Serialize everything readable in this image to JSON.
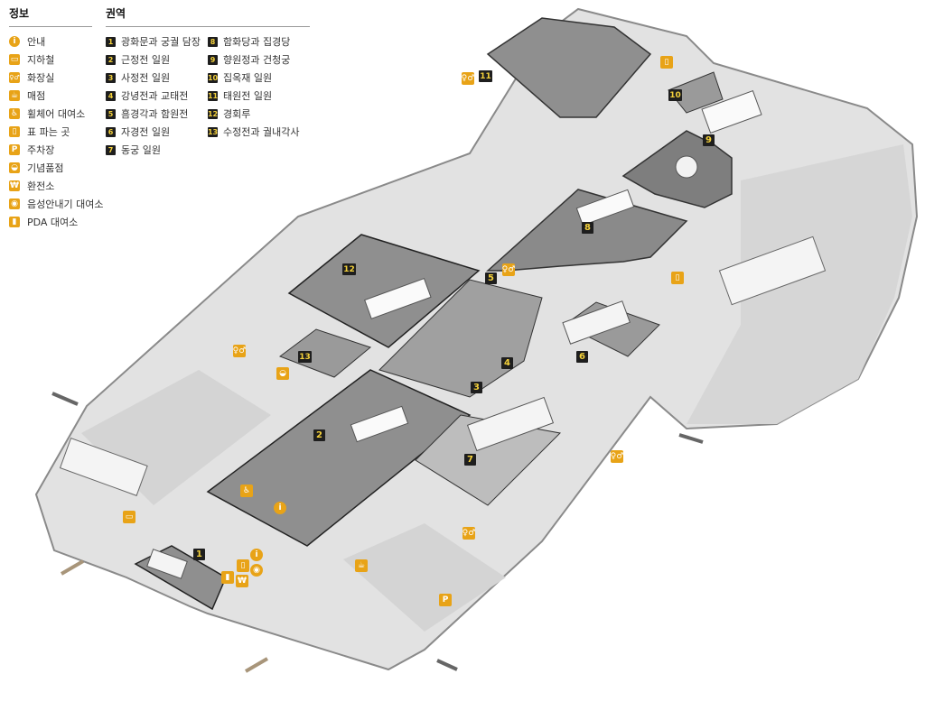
{
  "legend": {
    "info": {
      "title": "정보",
      "items": [
        {
          "icon": "info-icon",
          "glyph": "i",
          "label": "안내"
        },
        {
          "icon": "subway-icon",
          "glyph": "▭",
          "label": "지하철"
        },
        {
          "icon": "restroom-icon",
          "glyph": "♀♂",
          "label": "화장실"
        },
        {
          "icon": "shop-icon",
          "glyph": "☕",
          "label": "매점"
        },
        {
          "icon": "wheelchair-icon",
          "glyph": "♿",
          "label": "휠체어 대여소"
        },
        {
          "icon": "ticket-icon",
          "glyph": "▯",
          "label": "표 파는 곳"
        },
        {
          "icon": "parking-icon",
          "glyph": "P",
          "label": "주차장"
        },
        {
          "icon": "souvenir-icon",
          "glyph": "◒",
          "label": "기념품점"
        },
        {
          "icon": "exchange-icon",
          "glyph": "₩",
          "label": "환전소"
        },
        {
          "icon": "audio-guide-icon",
          "glyph": "◉",
          "label": "음성안내기 대여소"
        },
        {
          "icon": "pda-icon",
          "glyph": "▮",
          "label": "PDA 대여소"
        }
      ]
    },
    "zones": {
      "title": "권역",
      "items": [
        {
          "num": "1",
          "label": "광화문과 궁궐 담장"
        },
        {
          "num": "2",
          "label": "근정전 일원"
        },
        {
          "num": "3",
          "label": "사정전 일원"
        },
        {
          "num": "4",
          "label": "강녕전과 교태전"
        },
        {
          "num": "5",
          "label": "흠경각과 함원전"
        },
        {
          "num": "6",
          "label": "자경전 일원"
        },
        {
          "num": "7",
          "label": "동궁 일원"
        },
        {
          "num": "8",
          "label": "함화당과 집경당"
        },
        {
          "num": "9",
          "label": "향원정과 건청궁"
        },
        {
          "num": "10",
          "label": "집옥재 일원"
        },
        {
          "num": "11",
          "label": "태원전 일원"
        },
        {
          "num": "12",
          "label": "경회루"
        },
        {
          "num": "13",
          "label": "수정전과 궐내각사"
        }
      ]
    }
  },
  "map": {
    "zone_markers": [
      "1",
      "2",
      "3",
      "4",
      "5",
      "6",
      "7",
      "8",
      "9",
      "10",
      "11",
      "12",
      "13"
    ],
    "poi_markers": [
      {
        "icon": "info-icon",
        "glyph": "i"
      },
      {
        "icon": "info-icon",
        "glyph": "i"
      },
      {
        "icon": "wheelchair-icon",
        "glyph": "♿"
      },
      {
        "icon": "subway-icon",
        "glyph": "▭"
      },
      {
        "icon": "restroom-icon",
        "glyph": "♀♂"
      },
      {
        "icon": "restroom-icon",
        "glyph": "♀♂"
      },
      {
        "icon": "restroom-icon",
        "glyph": "♀♂"
      },
      {
        "icon": "restroom-icon",
        "glyph": "♀♂"
      },
      {
        "icon": "restroom-icon",
        "glyph": "♀♂"
      },
      {
        "icon": "souvenir-icon",
        "glyph": "◒"
      },
      {
        "icon": "ticket-icon",
        "glyph": "▯"
      },
      {
        "icon": "ticket-icon",
        "glyph": "▯"
      },
      {
        "icon": "ticket-icon",
        "glyph": "▯"
      },
      {
        "icon": "pda-icon",
        "glyph": "▮"
      },
      {
        "icon": "exchange-icon",
        "glyph": "₩"
      },
      {
        "icon": "audio-guide-icon",
        "glyph": "◉"
      },
      {
        "icon": "shop-icon",
        "glyph": "☕"
      },
      {
        "icon": "parking-icon",
        "glyph": "P"
      }
    ]
  },
  "colors": {
    "accent": "#e8a317",
    "marker_bg": "#1e1e1e",
    "marker_text": "#f4d13b",
    "ground": "#e4e4e4",
    "zone_fill": "#8c8c8c"
  }
}
